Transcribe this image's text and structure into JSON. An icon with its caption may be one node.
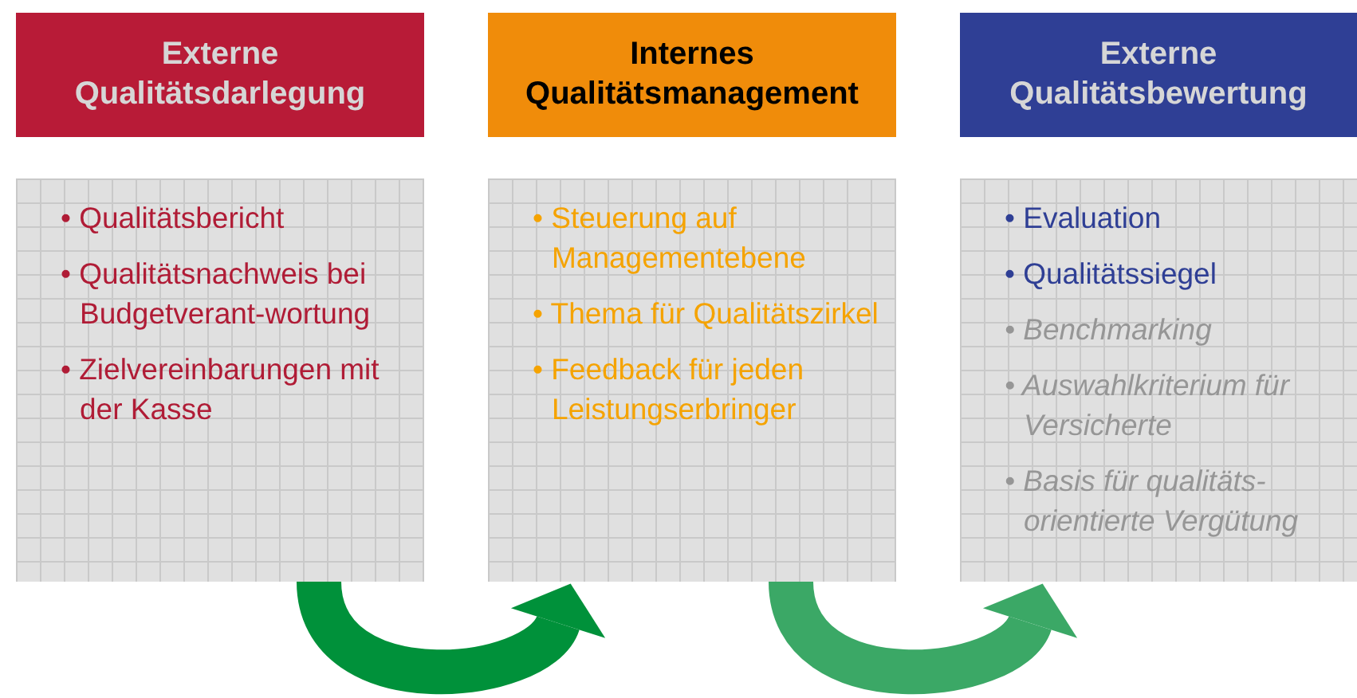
{
  "diagram": {
    "nodes": [
      {
        "text": [
          "Externe Qualitätsdarlegung"
        ]
      },
      {
        "text": [
          "Internes Qualitätsmanagement"
        ]
      },
      {
        "text": [
          "Externe Qualitätsbewertung"
        ]
      },
      {
        "text": [
          "• Qualitätsbericht",
          "• Qualitätsnachweis bei Budgetverant-wortung",
          "• Zielvereinbarungen mit der Kasse"
        ]
      },
      {
        "text": [
          "• Steuerung auf Managementebene",
          "• Thema für Qualitätszirkel",
          "• Feedback für jeden Leistungserbringer"
        ]
      },
      {
        "text": [
          "• Evaluation",
          "• Qualitätssiegel",
          "*• Benchmarking*",
          "*• Auswahlkriterium für Versicherte*",
          "*• Basis für qualitäts-orientierte Vergütung*"
        ]
      }
    ],
    "edges": [
      {
        "from": 3,
        "to": 4,
        "arrow": "to",
        "color": "#00913a"
      },
      {
        "from": 4,
        "to": 5,
        "arrow": "to",
        "color": "#3ba866"
      }
    ]
  }
}
